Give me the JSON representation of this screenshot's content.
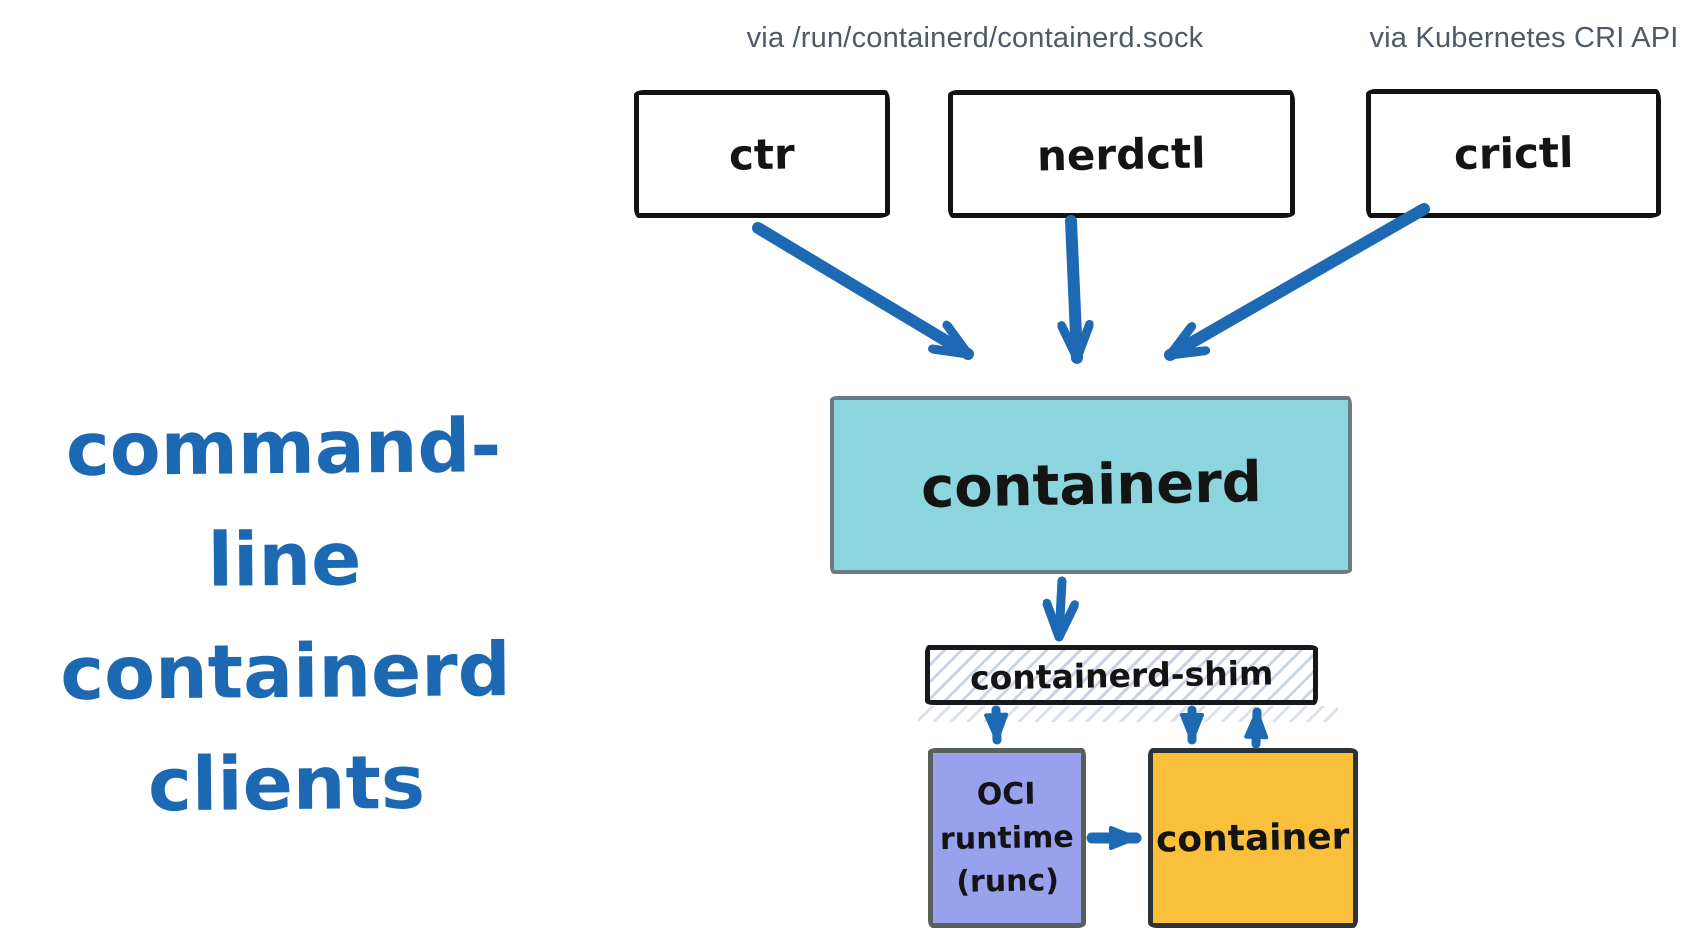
{
  "diagram": {
    "annotations": {
      "sock": "via /run/containerd/containerd.sock",
      "cri": "via Kubernetes CRI API"
    },
    "side_note": {
      "lines": [
        "command-line",
        "containerd",
        "clients"
      ]
    },
    "nodes": {
      "ctr": {
        "label": "ctr"
      },
      "nerdctl": {
        "label": "nerdctl"
      },
      "crictl": {
        "label": "crictl"
      },
      "containerd": {
        "label": "containerd",
        "fill": "#8cd4de"
      },
      "shim": {
        "label": "containerd-shim",
        "pattern": "diagonal-hatch"
      },
      "oci_runtime": {
        "lines": [
          "OCI",
          "runtime",
          "(runc)"
        ],
        "fill": "#97a1ee"
      },
      "container": {
        "label": "container",
        "fill": "#fac03c"
      }
    },
    "edges": [
      {
        "from": "ctr",
        "to": "containerd"
      },
      {
        "from": "nerdctl",
        "to": "containerd"
      },
      {
        "from": "crictl",
        "to": "containerd"
      },
      {
        "from": "containerd",
        "to": "shim"
      },
      {
        "from": "shim",
        "to": "oci_runtime"
      },
      {
        "from": "shim",
        "to": "container",
        "direction": "down"
      },
      {
        "from": "container",
        "to": "shim",
        "direction": "up"
      },
      {
        "from": "oci_runtime",
        "to": "container"
      }
    ],
    "colors": {
      "arrow": "#1d69b3",
      "side_note_text": "#1c68b2",
      "annotation_text": "#4e5a65",
      "containerd_fill": "#8cd4de",
      "containerd_border": "#6d7a84",
      "oci_fill": "#97a1ee",
      "container_fill": "#fac03c",
      "hatch_line": "#adbcd4"
    }
  }
}
